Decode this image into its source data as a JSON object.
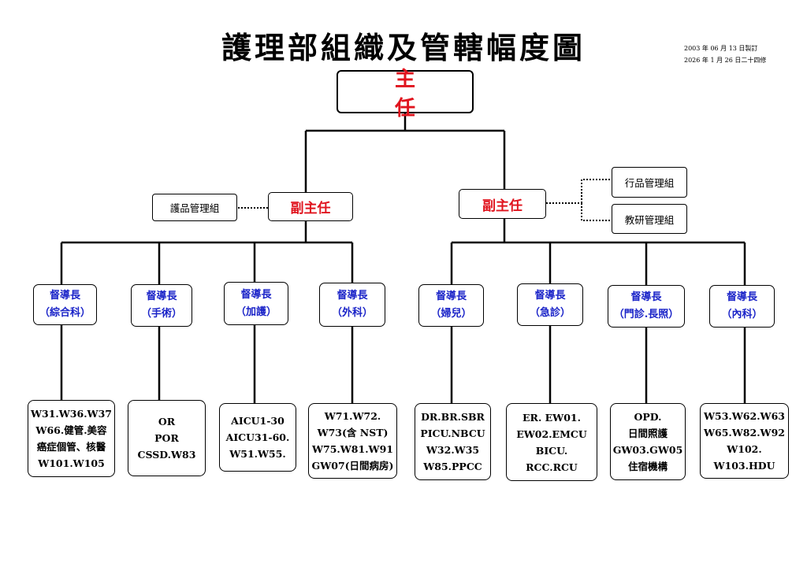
{
  "title": "護理部組織及管轄幅度圖",
  "dates": [
    "2003 年 06 月 13 日製訂",
    "2026 年 1 月 26 日二十四修"
  ],
  "director": "主任",
  "deputies": {
    "left": "副主任",
    "right": "副主任"
  },
  "groups": {
    "quality": "護品管理組",
    "admin_quality": "行品管理組",
    "education": "教研管理組"
  },
  "supervisors": [
    {
      "title": "督導長",
      "dept": "（綜合科）"
    },
    {
      "title": "督導長",
      "dept": "（手術）"
    },
    {
      "title": "督導長",
      "dept": "（加護）"
    },
    {
      "title": "督導長",
      "dept": "（外科）"
    },
    {
      "title": "督導長",
      "dept": "（婦兒）"
    },
    {
      "title": "督導長",
      "dept": "（急診）"
    },
    {
      "title": "督導長",
      "dept": "（門診.長照）"
    },
    {
      "title": "督導長",
      "dept": "（內科）"
    }
  ],
  "units": [
    [
      "W31.W36.W37",
      "W66.健管.美容",
      "癌症個管、核醫",
      "W101.W105"
    ],
    [
      "OR",
      "POR",
      "CSSD.W83"
    ],
    [
      "AICU1-30",
      "AICU31-60.",
      "W51.W55."
    ],
    [
      "W71.W72.",
      "W73(含 NST)",
      "W75.W81.W91",
      "GW07(日間病房)"
    ],
    [
      "DR.BR.SBR",
      "PICU.NBCU",
      "W32.W35",
      "W85.PPCC"
    ],
    [
      "ER. EW01.",
      "EW02.EMCU",
      "BICU.",
      "RCC.RCU"
    ],
    [
      "OPD.",
      "日間照護",
      "GW03.GW05",
      "住宿機構"
    ],
    [
      "W53.W62.W63",
      "W65.W82.W92",
      "W102.",
      "W103.HDU"
    ]
  ]
}
